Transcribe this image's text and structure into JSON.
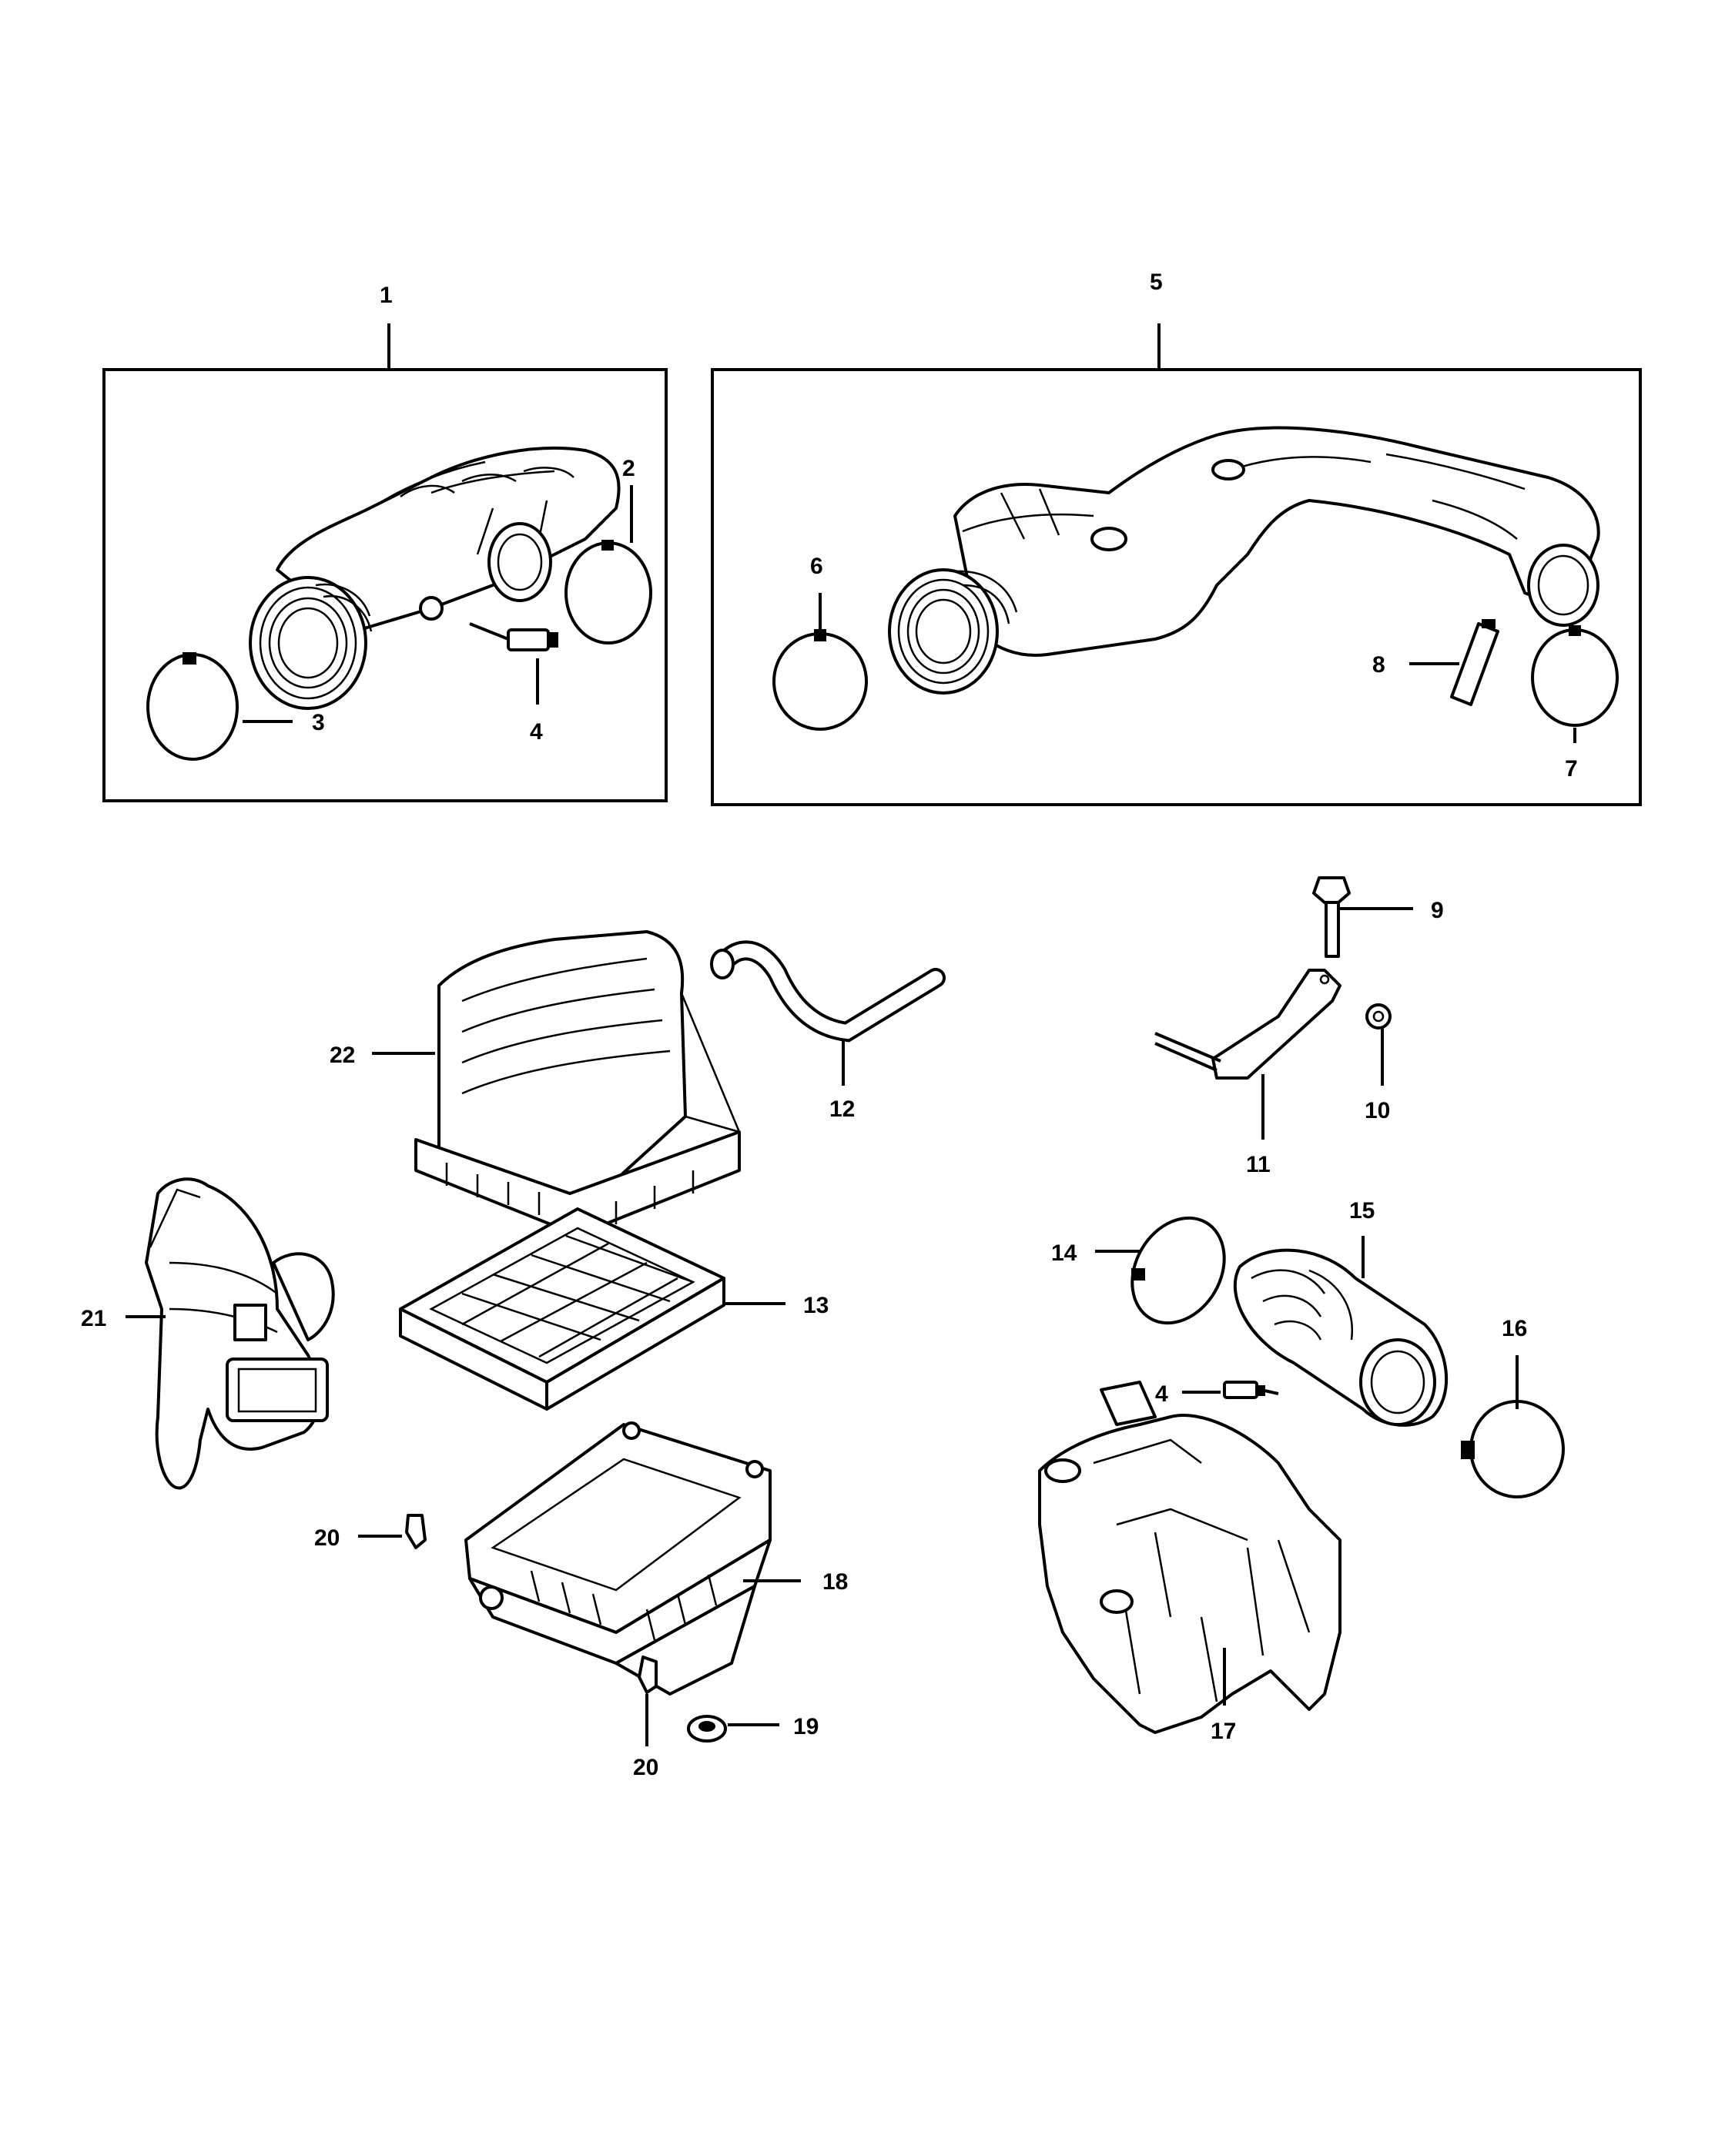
{
  "callouts": {
    "c1": "1",
    "c2": "2",
    "c3": "3",
    "c4a": "4",
    "c5": "5",
    "c6": "6",
    "c7": "7",
    "c8": "8",
    "c9": "9",
    "c10": "10",
    "c11": "11",
    "c12": "12",
    "c13": "13",
    "c14": "14",
    "c15": "15",
    "c16": "16",
    "c4b": "4",
    "c17": "17",
    "c18": "18",
    "c19": "19",
    "c20a": "20",
    "c20b": "20",
    "c21": "21",
    "c22": "22"
  }
}
